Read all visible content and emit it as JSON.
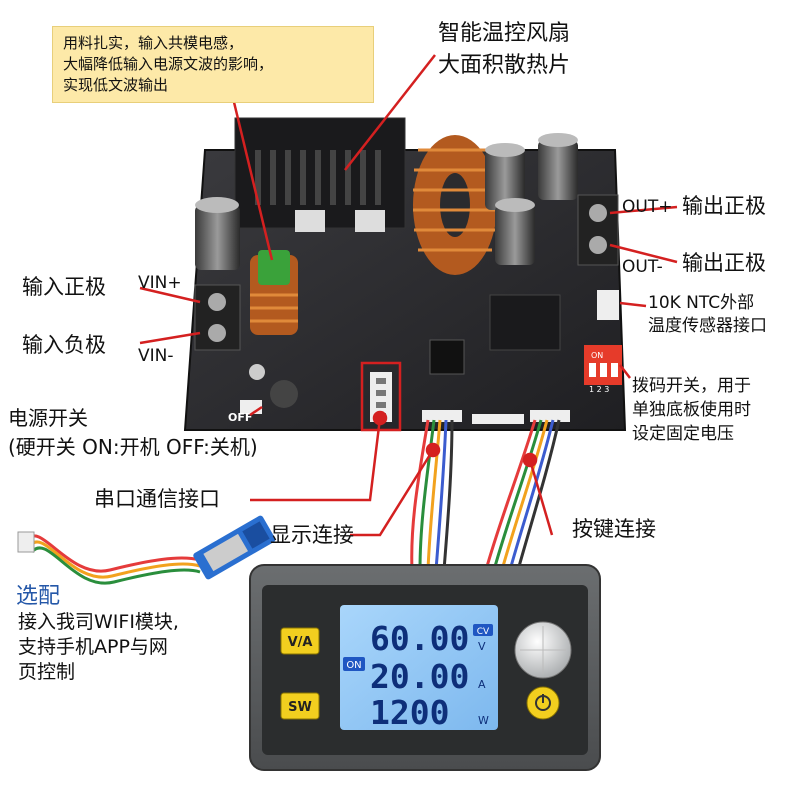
{
  "callouts": {
    "top_note_lines": [
      "用料扎实，输入共模电感，",
      "大幅降低输入电源文波的影响，",
      "实现低文波输出"
    ],
    "fan_lines": [
      "智能温控风扇",
      "大面积散热片"
    ],
    "input_positive": "输入正极",
    "input_negative": "输入负极",
    "vin_plus": "VIN+",
    "vin_minus": "VIN-",
    "out_plus": "OUT+",
    "out_minus": "OUT-",
    "output_positive_1": "输出正极",
    "output_positive_2": "输出正极",
    "ntc_lines": [
      "10K NTC外部",
      "温度传感器接口"
    ],
    "dip_lines": [
      "拨码开关，用于",
      "单独底板使用时",
      "设定固定电压"
    ],
    "power_switch_lines": [
      "电源开关",
      "(硬开关 ON:开机  OFF:关机)"
    ],
    "serial_port": "串口通信接口",
    "display_connect": "显示连接",
    "key_connect": "按键连接",
    "optional_title": "选配",
    "optional_lines": [
      "接入我司WIFI模块,",
      "支持手机APP与网",
      "页控制"
    ]
  },
  "board": {
    "off_label": "OFF",
    "dip_on_label": "ON",
    "dip_numbers": "1 2 3"
  },
  "display": {
    "btn_va": "V/A",
    "btn_sw": "SW",
    "on_badge": "ON",
    "voltage": "60.00",
    "current": "20.00",
    "power": "1200",
    "cv_badge": "CV",
    "unit_v": "V",
    "unit_a": "A",
    "unit_w": "W"
  },
  "colors": {
    "pcb": "#2b2b2e",
    "callout_line": "#d42020",
    "lcd_bg": "#8fc6f5",
    "button_yellow": "#f2cf1f",
    "note_bg": "#fde9a8"
  }
}
